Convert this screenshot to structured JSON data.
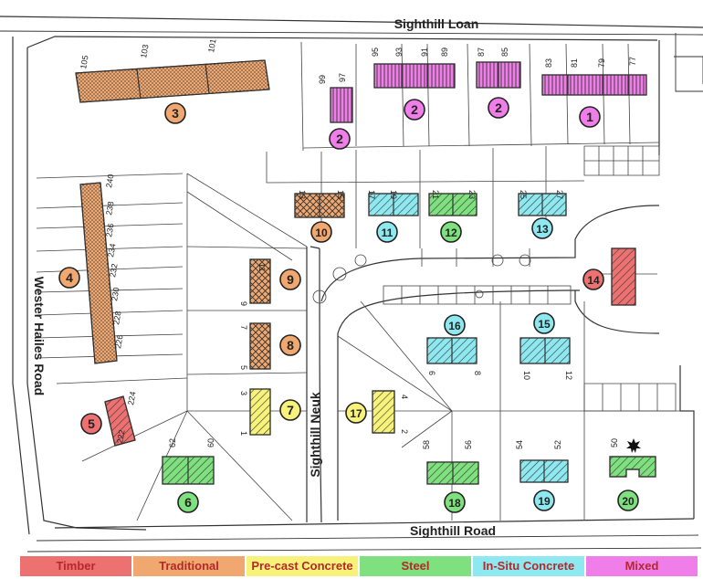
{
  "streets": {
    "north": "Sighthill Loan",
    "south": "Sighthill Road",
    "west": "Wester Hailes Road",
    "middle": "Sighthill Neuk"
  },
  "colors": {
    "timber": "#ee7172",
    "traditional": "#f0a870",
    "precast": "#f7f27a",
    "steel": "#7ee07e",
    "insitu": "#8ee8ef",
    "mixed": "#f07ee9",
    "outline": "#333333"
  },
  "legend": [
    {
      "label": "Timber",
      "color": "#ee7172"
    },
    {
      "label": "Traditional",
      "color": "#f0a870"
    },
    {
      "label": "Pre-cast Concrete",
      "color": "#f7f27a"
    },
    {
      "label": "Steel",
      "color": "#7ee07e"
    },
    {
      "label": "In-Situ Concrete",
      "color": "#8ee8ef"
    },
    {
      "label": "Mixed",
      "color": "#f07ee9"
    }
  ],
  "markers": [
    {
      "id": "m1",
      "label": "1",
      "type": "mixed"
    },
    {
      "id": "m2a",
      "label": "2",
      "type": "mixed"
    },
    {
      "id": "m2b",
      "label": "2",
      "type": "mixed"
    },
    {
      "id": "m2c",
      "label": "2",
      "type": "mixed"
    },
    {
      "id": "m3",
      "label": "3",
      "type": "traditional"
    },
    {
      "id": "m4",
      "label": "4",
      "type": "traditional"
    },
    {
      "id": "m5",
      "label": "5",
      "type": "timber"
    },
    {
      "id": "m6",
      "label": "6",
      "type": "steel"
    },
    {
      "id": "m7",
      "label": "7",
      "type": "precast"
    },
    {
      "id": "m8",
      "label": "8",
      "type": "traditional"
    },
    {
      "id": "m9",
      "label": "9",
      "type": "traditional"
    },
    {
      "id": "m10",
      "label": "10",
      "type": "traditional"
    },
    {
      "id": "m11",
      "label": "11",
      "type": "insitu"
    },
    {
      "id": "m12",
      "label": "12",
      "type": "steel"
    },
    {
      "id": "m13",
      "label": "13",
      "type": "insitu"
    },
    {
      "id": "m14",
      "label": "14",
      "type": "timber"
    },
    {
      "id": "m15",
      "label": "15",
      "type": "insitu"
    },
    {
      "id": "m16",
      "label": "16",
      "type": "insitu"
    },
    {
      "id": "m17",
      "label": "17",
      "type": "precast"
    },
    {
      "id": "m18",
      "label": "18",
      "type": "steel"
    },
    {
      "id": "m19",
      "label": "19",
      "type": "insitu"
    },
    {
      "id": "m20",
      "label": "20",
      "type": "steel"
    }
  ],
  "house_numbers": [
    "105",
    "103",
    "101",
    "99",
    "97",
    "95",
    "93",
    "91",
    "89",
    "87",
    "85",
    "83",
    "81",
    "79",
    "77",
    "240",
    "238",
    "236",
    "234",
    "232",
    "230",
    "228",
    "226",
    "224",
    "222",
    "13",
    "15",
    "17",
    "19",
    "21",
    "23",
    "25",
    "27",
    "11",
    "9",
    "7",
    "5",
    "3",
    "1",
    "4",
    "2",
    "6",
    "8",
    "10",
    "12",
    "62",
    "60",
    "58",
    "56",
    "54",
    "52",
    "50"
  ]
}
